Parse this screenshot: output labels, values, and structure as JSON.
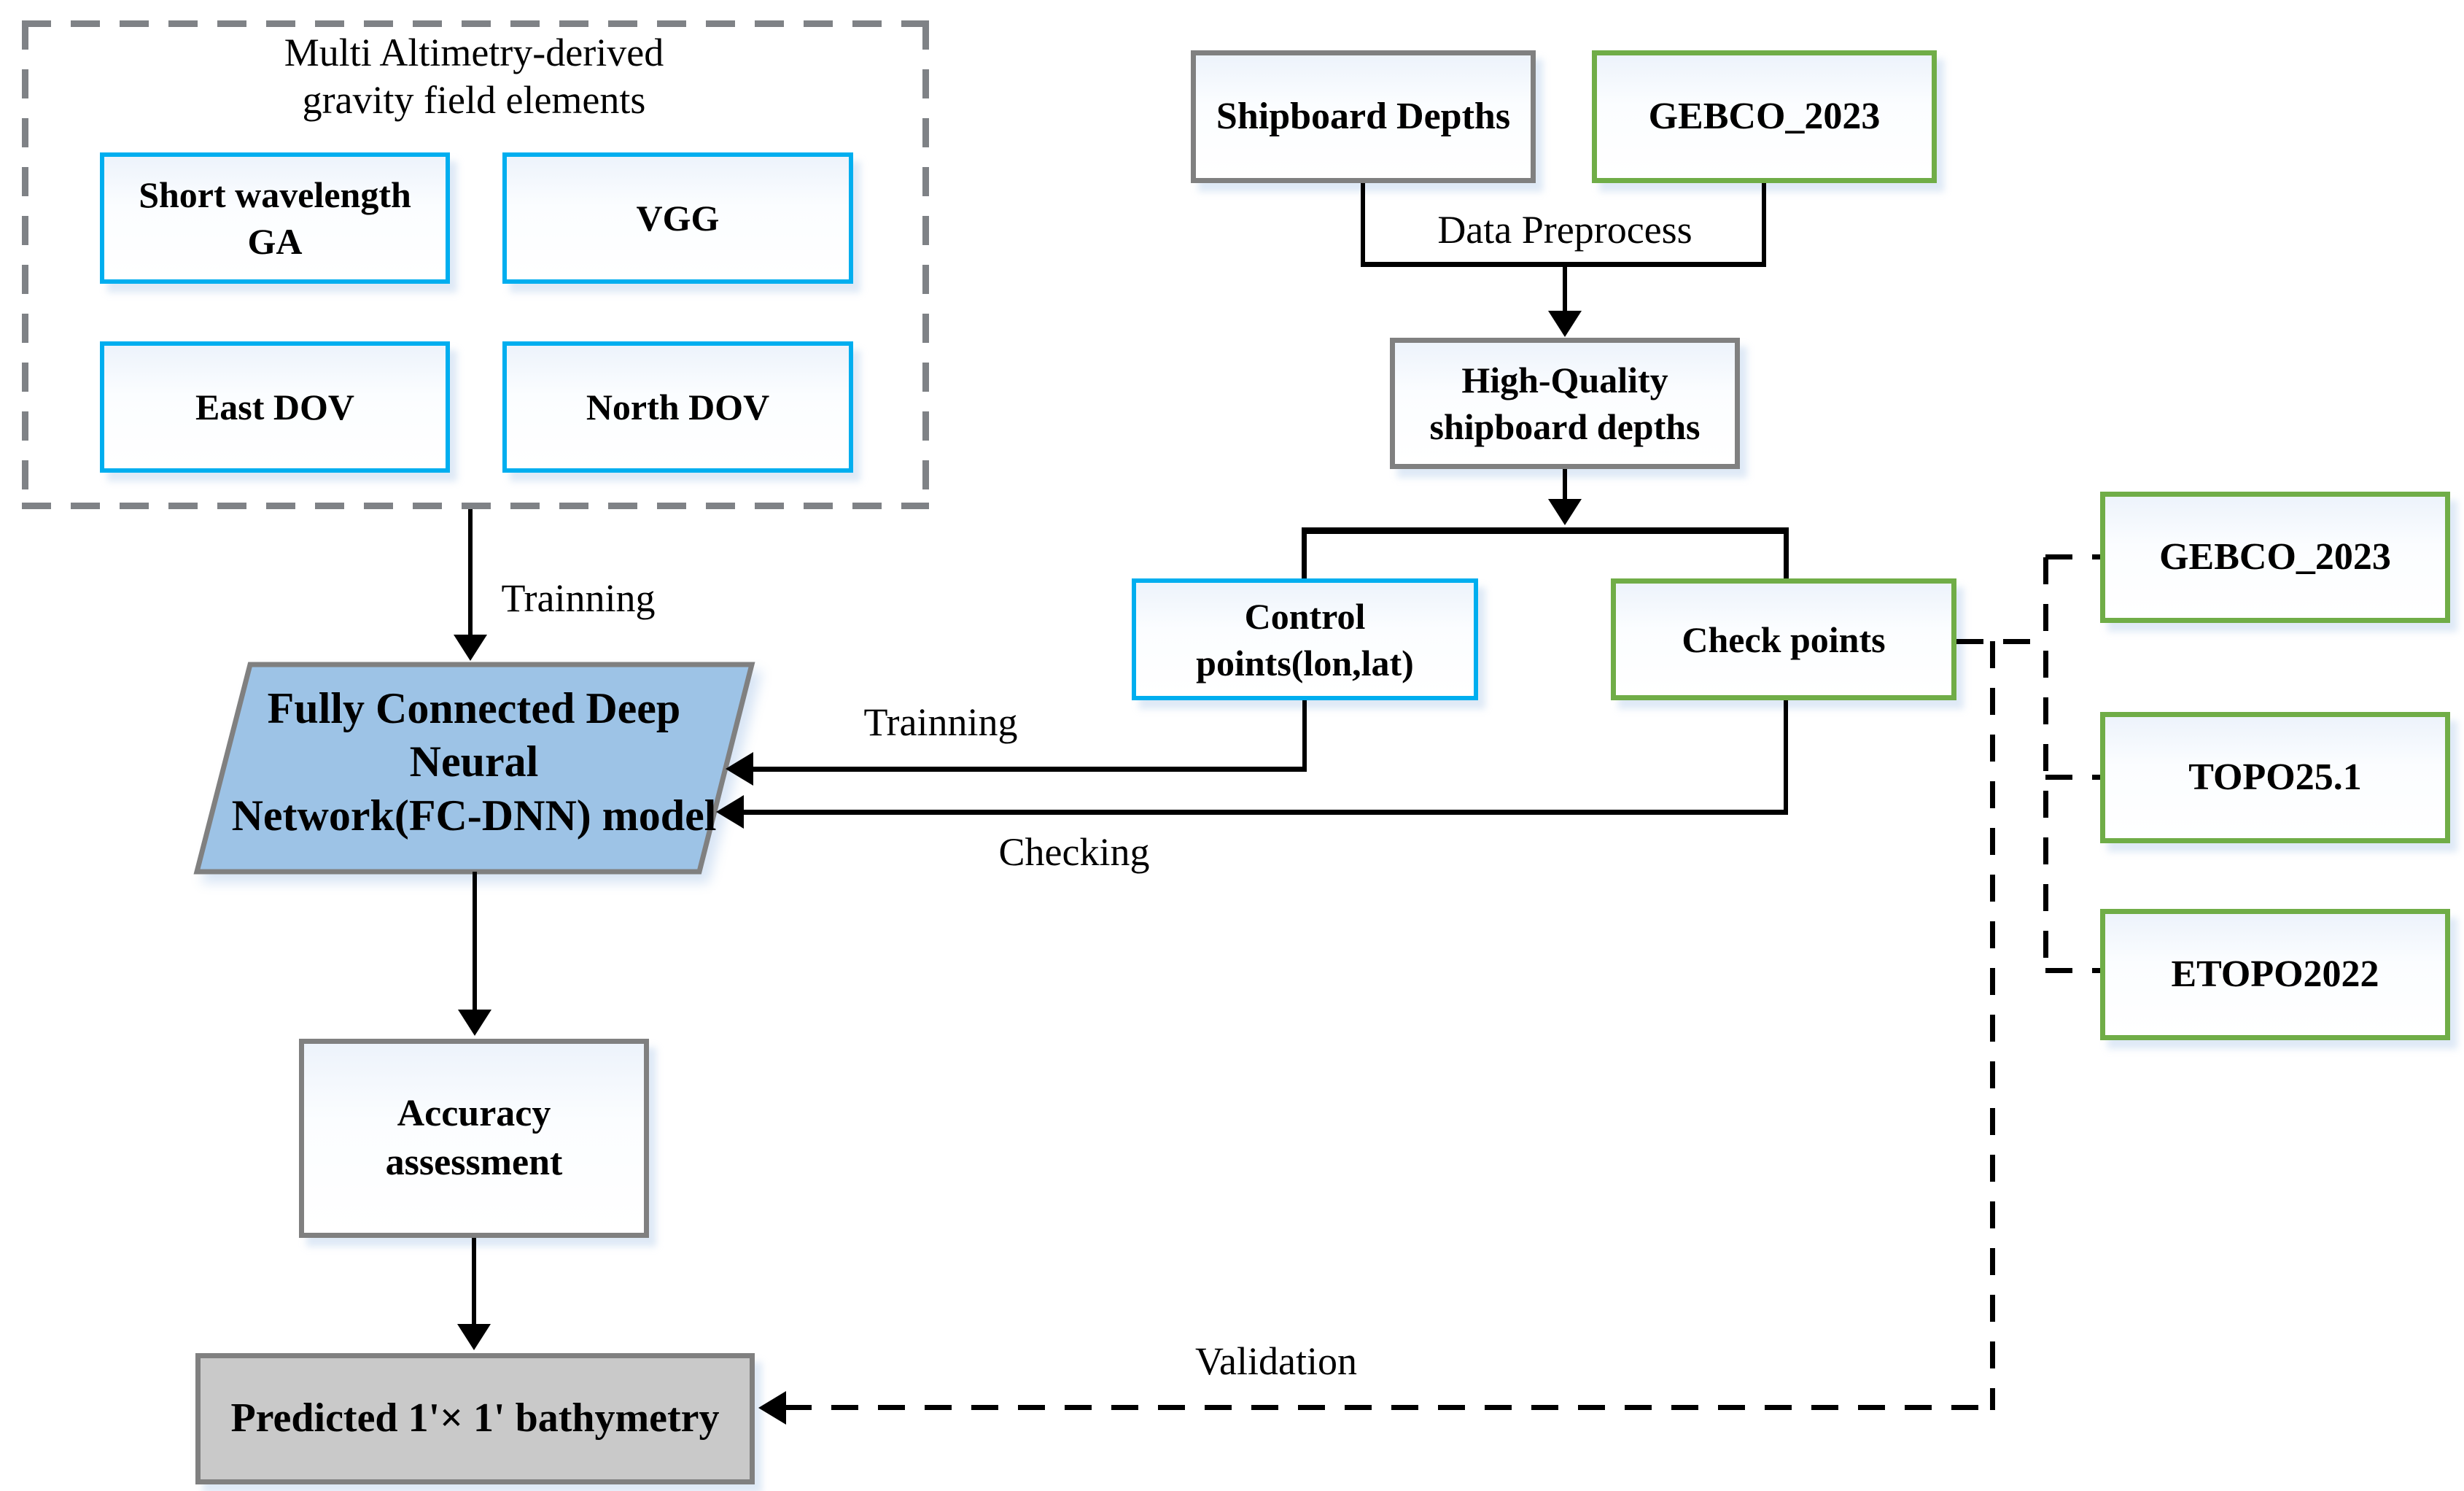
{
  "colors": {
    "blue_border": "#00AEEF",
    "green_border": "#70AD47",
    "gray_border": "#808080",
    "parallelogram_fill": "#9DC3E6",
    "predicted_fill": "#C9C9C9",
    "connector": "#000000"
  },
  "gravity_panel": {
    "title": "Multi Altimetry-derived\ngravity field elements",
    "items": [
      {
        "label": "Short wavelength\nGA"
      },
      {
        "label": "VGG"
      },
      {
        "label": "East DOV"
      },
      {
        "label": "North DOV"
      }
    ]
  },
  "nodes": {
    "shipboard_depths": {
      "label": "Shipboard Depths"
    },
    "gebco_top": {
      "label": "GEBCO_2023"
    },
    "high_quality": {
      "label": "High-Quality\nshipboard depths"
    },
    "control_points": {
      "label": "Control\npoints(lon,lat)"
    },
    "check_points": {
      "label": "Check points"
    },
    "gebco_right": {
      "label": "GEBCO_2023"
    },
    "topo": {
      "label": "TOPO25.1"
    },
    "etopo": {
      "label": "ETOPO2022"
    },
    "fc_dnn": {
      "label": "Fully Connected Deep Neural\nNetwork(FC-DNN) model"
    },
    "accuracy": {
      "label": "Accuracy\nassessment"
    },
    "predicted": {
      "label": "Predicted 1'× 1' bathymetry"
    }
  },
  "edge_labels": {
    "data_preprocess": "Data Preprocess",
    "training_top": "Trainning",
    "training_mid": "Trainning",
    "checking": "Checking",
    "validation": "Validation"
  }
}
